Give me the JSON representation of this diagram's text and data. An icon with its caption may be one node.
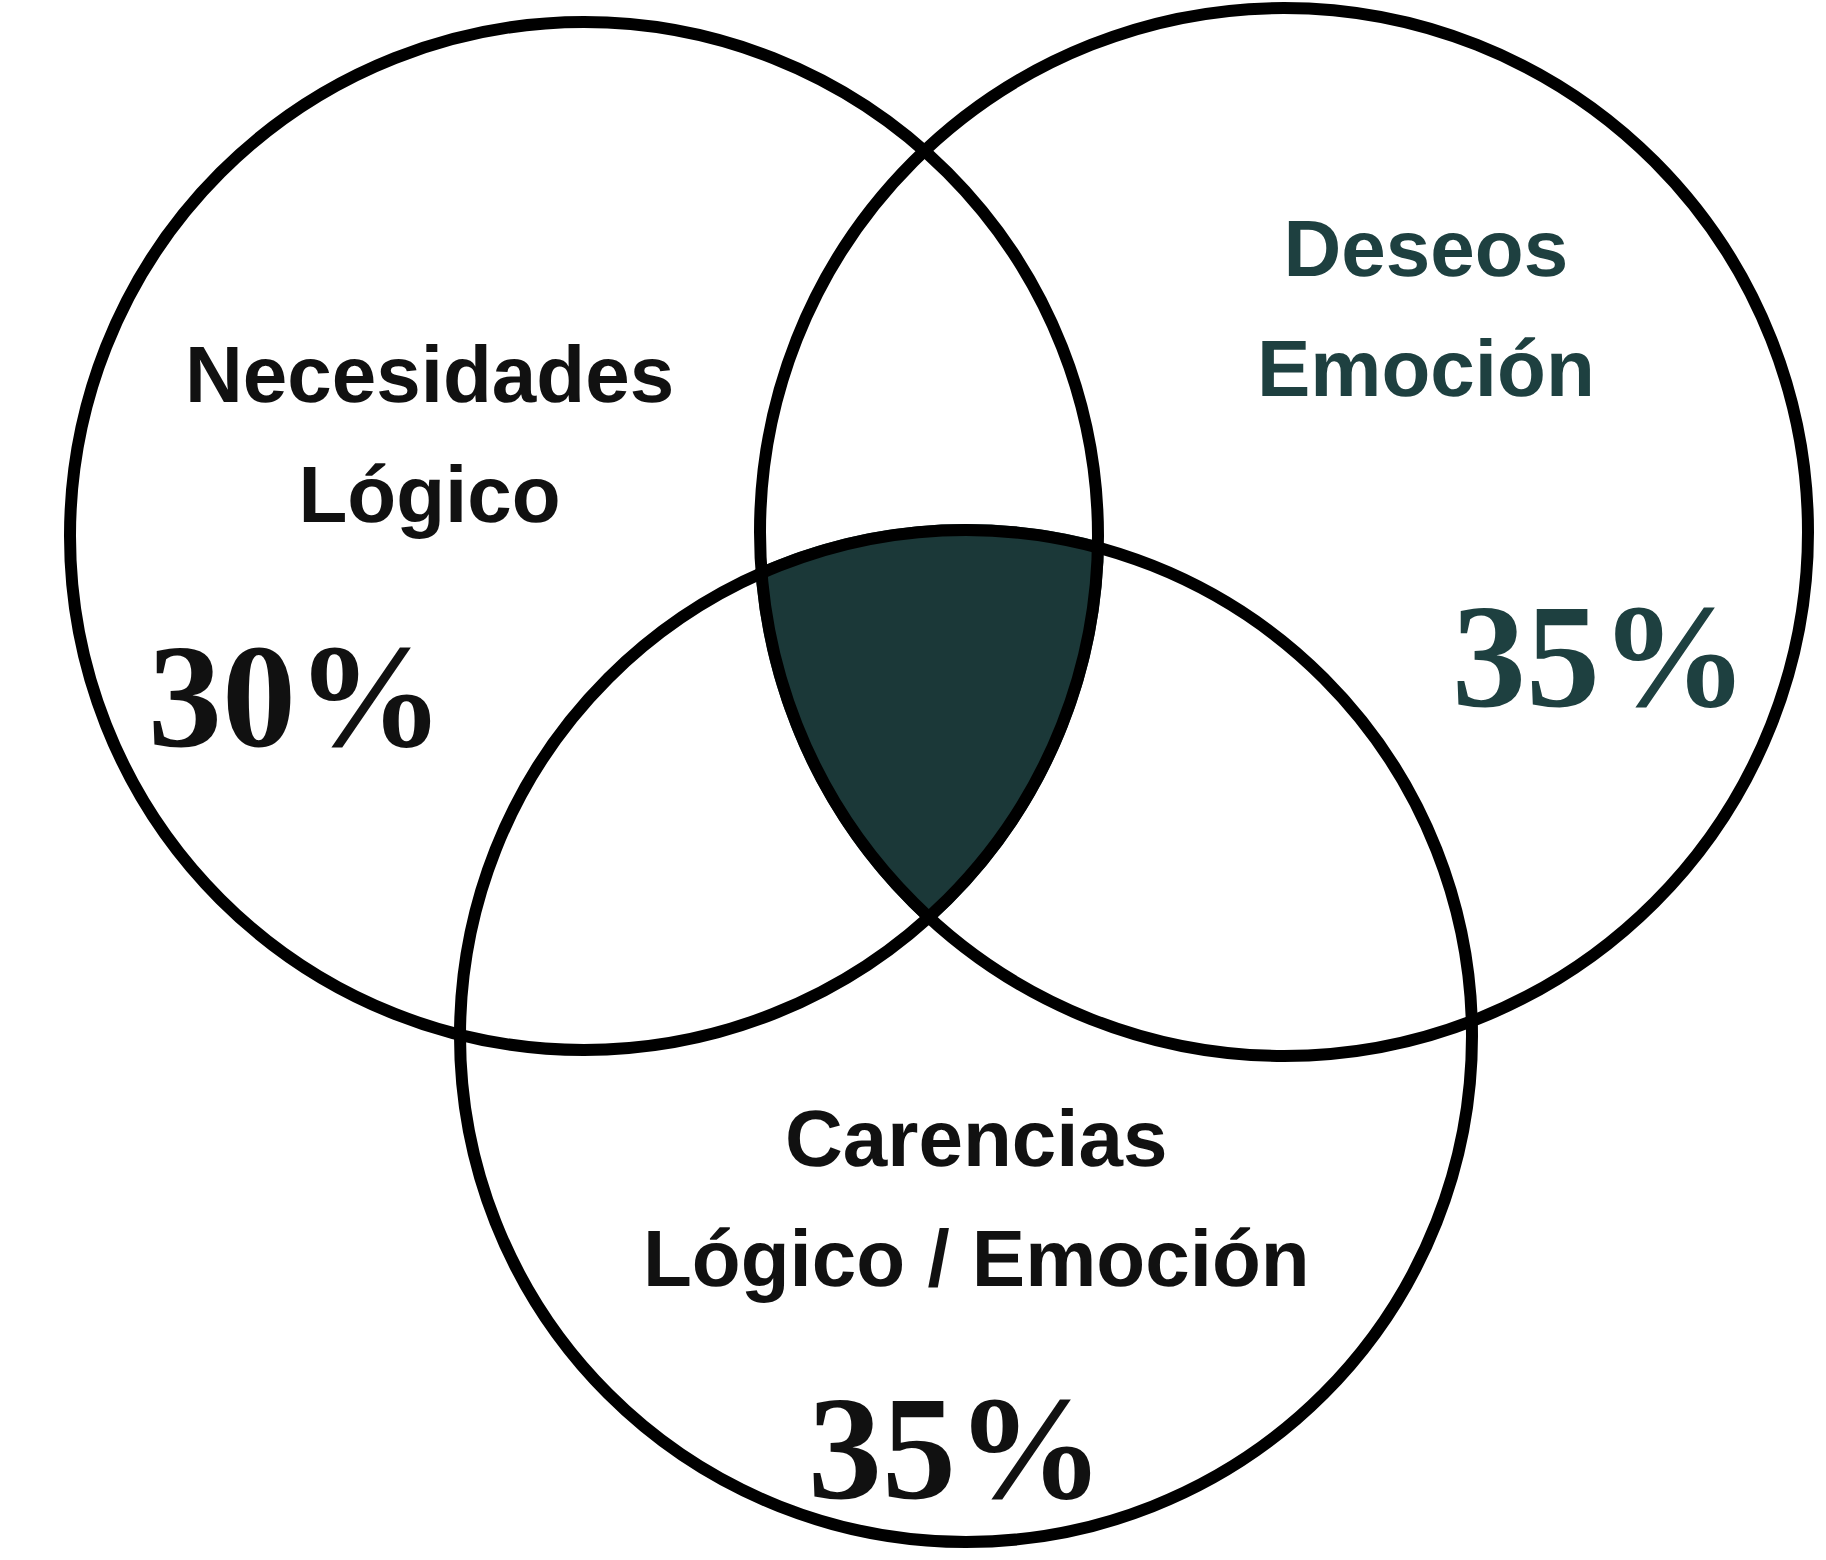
{
  "diagram": {
    "nodes": [
      {
        "text": [
          "Necesidades Lógico",
          "30%"
        ]
      },
      {
        "text": [
          "Deseos Emoción",
          "35%"
        ]
      },
      {
        "text": [
          "Carencias Lógico / Emoción",
          "35%"
        ]
      },
      {
        "text": [],
        "shape": "region"
      }
    ]
  }
}
